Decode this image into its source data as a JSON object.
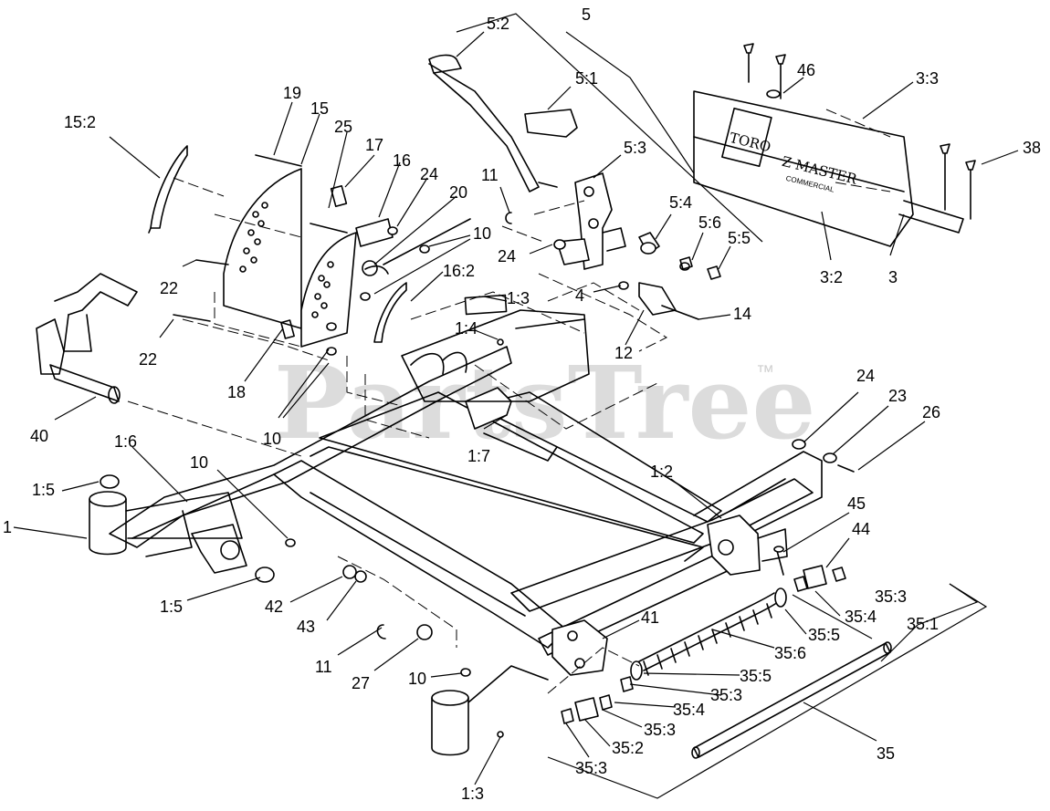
{
  "watermark": {
    "text": "PartsTree",
    "tm": "™"
  },
  "decal": {
    "brand": "TORO",
    "model": "Z MASTER",
    "sub": "COMMERCIAL"
  },
  "callouts": [
    {
      "id": "5",
      "text": "5"
    },
    {
      "id": "5:2",
      "text": "5:2"
    },
    {
      "id": "5:1",
      "text": "5:1"
    },
    {
      "id": "5:3",
      "text": "5:3"
    },
    {
      "id": "5:4",
      "text": "5:4"
    },
    {
      "id": "5:6",
      "text": "5:6"
    },
    {
      "id": "5:5",
      "text": "5:5"
    },
    {
      "id": "46",
      "text": "46"
    },
    {
      "id": "3:3",
      "text": "3:3"
    },
    {
      "id": "38",
      "text": "38"
    },
    {
      "id": "3:2",
      "text": "3:2"
    },
    {
      "id": "3",
      "text": "3"
    },
    {
      "id": "19",
      "text": "19"
    },
    {
      "id": "15",
      "text": "15"
    },
    {
      "id": "15:2",
      "text": "15:2"
    },
    {
      "id": "25",
      "text": "25"
    },
    {
      "id": "17",
      "text": "17"
    },
    {
      "id": "16",
      "text": "16"
    },
    {
      "id": "24a",
      "text": "24"
    },
    {
      "id": "20",
      "text": "20"
    },
    {
      "id": "11a",
      "text": "11"
    },
    {
      "id": "10a",
      "text": "10"
    },
    {
      "id": "24b",
      "text": "24"
    },
    {
      "id": "4",
      "text": "4"
    },
    {
      "id": "14",
      "text": "14"
    },
    {
      "id": "12",
      "text": "12"
    },
    {
      "id": "16:2",
      "text": "16:2"
    },
    {
      "id": "1:3a",
      "text": "1:3"
    },
    {
      "id": "1:4",
      "text": "1:4"
    },
    {
      "id": "22a",
      "text": "22"
    },
    {
      "id": "22b",
      "text": "22"
    },
    {
      "id": "18",
      "text": "18"
    },
    {
      "id": "10b",
      "text": "10"
    },
    {
      "id": "40",
      "text": "40"
    },
    {
      "id": "1:7",
      "text": "1:7"
    },
    {
      "id": "1:6",
      "text": "1:6"
    },
    {
      "id": "10c",
      "text": "10"
    },
    {
      "id": "1:5a",
      "text": "1:5"
    },
    {
      "id": "1",
      "text": "1"
    },
    {
      "id": "1:5b",
      "text": "1:5"
    },
    {
      "id": "42",
      "text": "42"
    },
    {
      "id": "43",
      "text": "43"
    },
    {
      "id": "11b",
      "text": "11"
    },
    {
      "id": "27",
      "text": "27"
    },
    {
      "id": "10d",
      "text": "10"
    },
    {
      "id": "1:3b",
      "text": "1:3"
    },
    {
      "id": "24c",
      "text": "24"
    },
    {
      "id": "23",
      "text": "23"
    },
    {
      "id": "26",
      "text": "26"
    },
    {
      "id": "1:2",
      "text": "1:2"
    },
    {
      "id": "45",
      "text": "45"
    },
    {
      "id": "44",
      "text": "44"
    },
    {
      "id": "35:3a",
      "text": "35:3"
    },
    {
      "id": "35:4a",
      "text": "35:4"
    },
    {
      "id": "35:5a",
      "text": "35:5"
    },
    {
      "id": "35:1",
      "text": "35:1"
    },
    {
      "id": "41",
      "text": "41"
    },
    {
      "id": "35:6",
      "text": "35:6"
    },
    {
      "id": "35:5b",
      "text": "35:5"
    },
    {
      "id": "35:3b",
      "text": "35:3"
    },
    {
      "id": "35:4b",
      "text": "35:4"
    },
    {
      "id": "35:3c",
      "text": "35:3"
    },
    {
      "id": "35:2",
      "text": "35:2"
    },
    {
      "id": "35:3d",
      "text": "35:3"
    },
    {
      "id": "35",
      "text": "35"
    }
  ]
}
